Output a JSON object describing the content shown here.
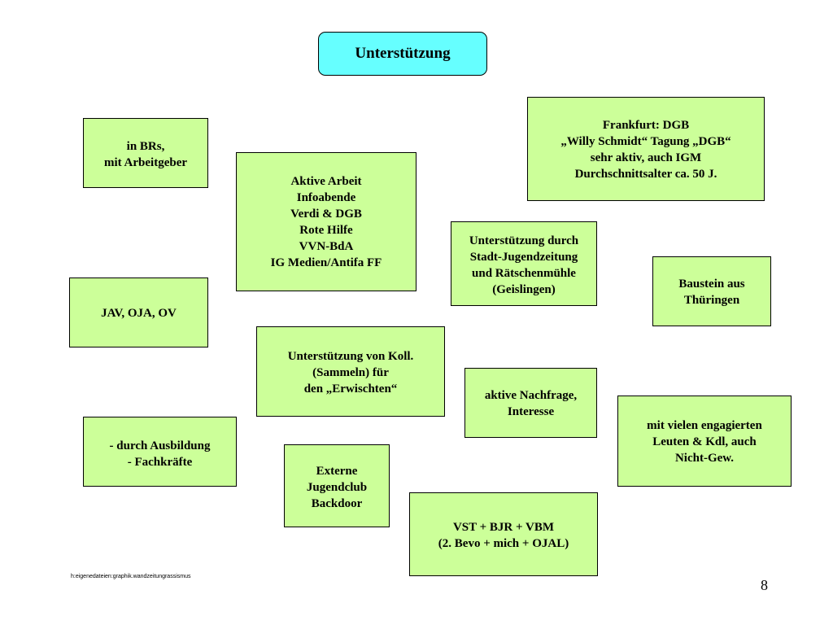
{
  "slide": {
    "title": "Unterstützung",
    "footer_path": "h:eigenedateien:graphik.wandzeitungrassismus",
    "page_number": "8"
  },
  "colors": {
    "title_fill": "#66ffff",
    "box_fill": "#ccff99",
    "border": "#000000"
  },
  "boxes": [
    {
      "id": "in-brs",
      "lines": [
        "in BRs,",
        "mit Arbeitgeber"
      ]
    },
    {
      "id": "aktive-arbeit",
      "lines": [
        "Aktive Arbeit",
        "Infoabende",
        "Verdi & DGB",
        "Rote Hilfe",
        "VVN-BdA",
        "IG Medien/Antifa FF"
      ]
    },
    {
      "id": "frankfurt",
      "lines": [
        "Frankfurt: DGB",
        "„Willy Schmidt“ Tagung „DGB“",
        "sehr aktiv, auch IGM",
        "Durchschnittsalter ca. 50 J."
      ]
    },
    {
      "id": "stadt-jugendzeitung",
      "lines": [
        "Unterstützung durch",
        "Stadt-Jugendzeitung",
        "und Rätschenmühle",
        "(Geislingen)"
      ]
    },
    {
      "id": "jav",
      "lines": [
        "JAV, OJA, OV"
      ]
    },
    {
      "id": "baustein",
      "lines": [
        "Baustein aus",
        "Thüringen"
      ]
    },
    {
      "id": "koll",
      "lines": [
        "Unterstützung von Koll.",
        "(Sammeln) für",
        "den „Erwischten“"
      ]
    },
    {
      "id": "nachfrage",
      "lines": [
        "aktive Nachfrage,",
        "Interesse"
      ]
    },
    {
      "id": "engagierte",
      "lines": [
        "mit vielen engagierten",
        "Leuten & Kdl, auch",
        "Nicht-Gew."
      ]
    },
    {
      "id": "ausbildung",
      "lines": [
        "- durch Ausbildung",
        "- Fachkräfte"
      ]
    },
    {
      "id": "jugendclub",
      "lines": [
        "Externe",
        "Jugendclub",
        "Backdoor"
      ]
    },
    {
      "id": "vst",
      "lines": [
        "VST + BJR + VBM",
        "(2. Bevo + mich + OJAL)"
      ]
    }
  ]
}
